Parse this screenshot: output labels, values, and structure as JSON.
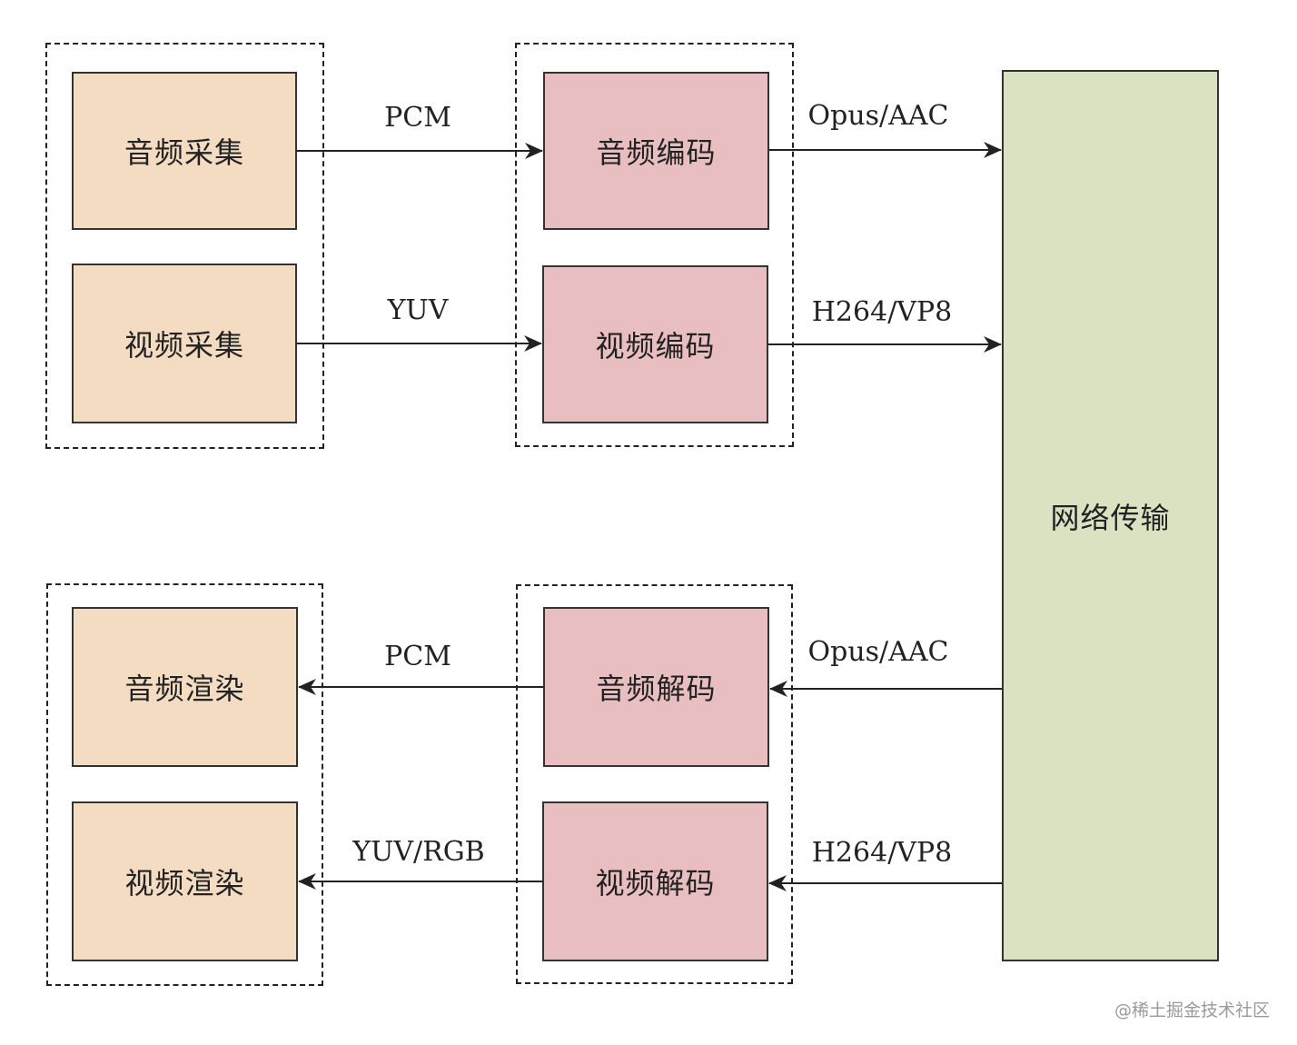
{
  "blocks": {
    "audio_capture": "音频采集",
    "video_capture": "视频采集",
    "audio_encode": "音频编码",
    "video_encode": "视频编码",
    "network": "网络传输",
    "audio_render": "音频渲染",
    "video_render": "视频渲染",
    "audio_decode": "音频解码",
    "video_decode": "视频解码"
  },
  "edges": {
    "pcm_top": "PCM",
    "yuv_top": "YUV",
    "opus_top": "Opus/AAC",
    "h264_top": "H264/VP8",
    "pcm_bottom": "PCM",
    "yuvrgb_bottom": "YUV/RGB",
    "opus_bottom": "Opus/AAC",
    "h264_bottom": "H264/VP8"
  },
  "watermark": "@稀土掘金技术社区",
  "colors": {
    "capture_render_fill": "#f4dcc3",
    "codec_fill": "#e9bec0",
    "network_fill": "#d9e3c2"
  }
}
